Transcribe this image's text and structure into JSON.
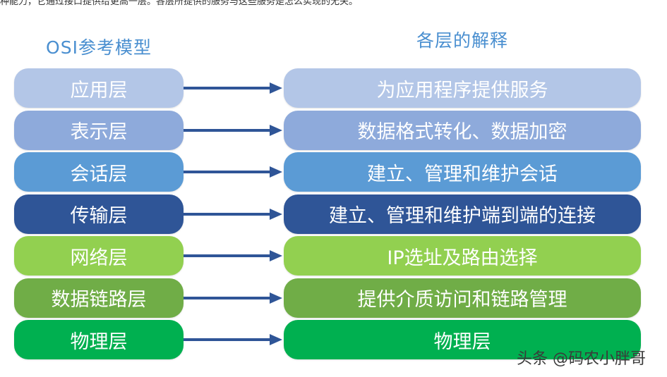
{
  "top_text": "种能力，它通过接口提供给更高一层。各层所提供的服务与这些服务是怎么实现的无关。",
  "titles": {
    "left": "OSI参考模型",
    "right": "各层的解释"
  },
  "layers": [
    {
      "name": "应用层",
      "desc": "为应用程序提供服务",
      "color": "#b3c6e7"
    },
    {
      "name": "表示层",
      "desc": "数据格式转化、数据加密",
      "color": "#8eaadb"
    },
    {
      "name": "会话层",
      "desc": "建立、管理和维护会话",
      "color": "#5b9bd5"
    },
    {
      "name": "传输层",
      "desc": "建立、管理和维护端到端的连接",
      "color": "#2f5597"
    },
    {
      "name": "网络层",
      "desc": "IP选址及路由选择",
      "color": "#92d050"
    },
    {
      "name": "数据链路层",
      "desc": "提供介质访问和链路管理",
      "color": "#70ad47"
    },
    {
      "name": "物理层",
      "desc": "物理层",
      "color": "#00b050"
    }
  ],
  "arrow_color": "#2f5597",
  "watermark": "头条 @码农小胖哥"
}
